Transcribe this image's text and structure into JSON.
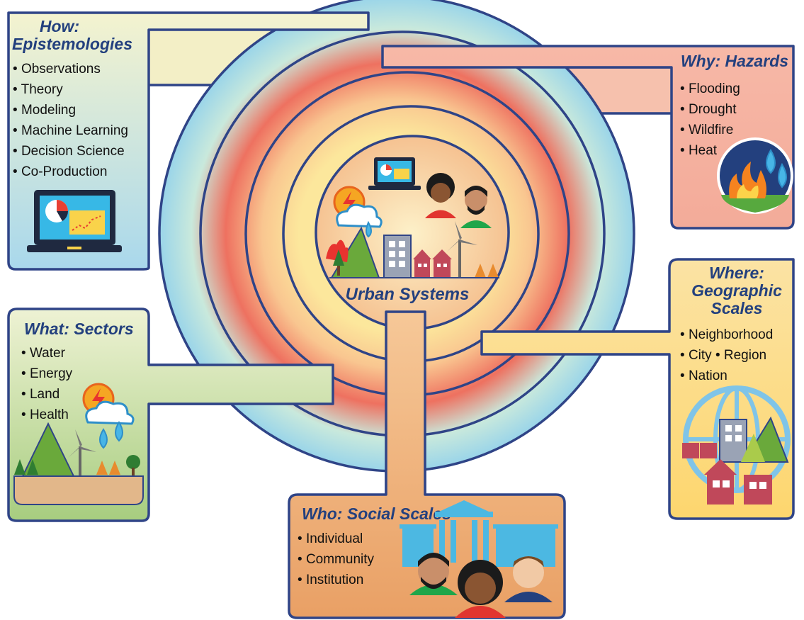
{
  "center": {
    "label": "Urban Systems"
  },
  "panels": {
    "how": {
      "title_line1": "How:",
      "title_line2": "Epistemologies",
      "items": [
        "Observations",
        "Theory",
        "Modeling",
        "Machine Learning",
        "Decision Science",
        "Co-Production"
      ]
    },
    "why": {
      "title": "Why: Hazards",
      "items": [
        "Flooding",
        "Drought",
        "Wildfire",
        "Heat"
      ]
    },
    "where": {
      "title_line1": "Where:",
      "title_line2": "Geographic",
      "title_line3": "Scales",
      "items": [
        "Neighborhood",
        "City",
        "Region",
        "Nation"
      ]
    },
    "what": {
      "title": "What: Sectors",
      "items": [
        "Water",
        "Energy",
        "Land",
        "Health"
      ]
    },
    "who": {
      "title": "Who: Social Scales",
      "items": [
        "Individual",
        "Community",
        "Institution"
      ]
    }
  },
  "colors": {
    "outline": "#2f4487",
    "title_text": "#23407e",
    "ring_blue": "#8fd0ec",
    "ring_red": "#ec6d5a",
    "ring_yellow": "#fce99a",
    "center_fill": "#f6c99a",
    "how_panel": "#e4f0dc",
    "why_panel": "#f6b7a6",
    "where_panel": "#fde59b",
    "what_panel": "#cfe3b3",
    "who_panel": "#efb27f"
  },
  "icons": [
    "laptop-chart-icon",
    "sun-lightning-cloud-icon",
    "person-icon",
    "building-icon",
    "wind-turbine-icon",
    "wildfire-icon",
    "water-drop-icon",
    "globe-icon",
    "mountain-icon",
    "institution-icon"
  ]
}
